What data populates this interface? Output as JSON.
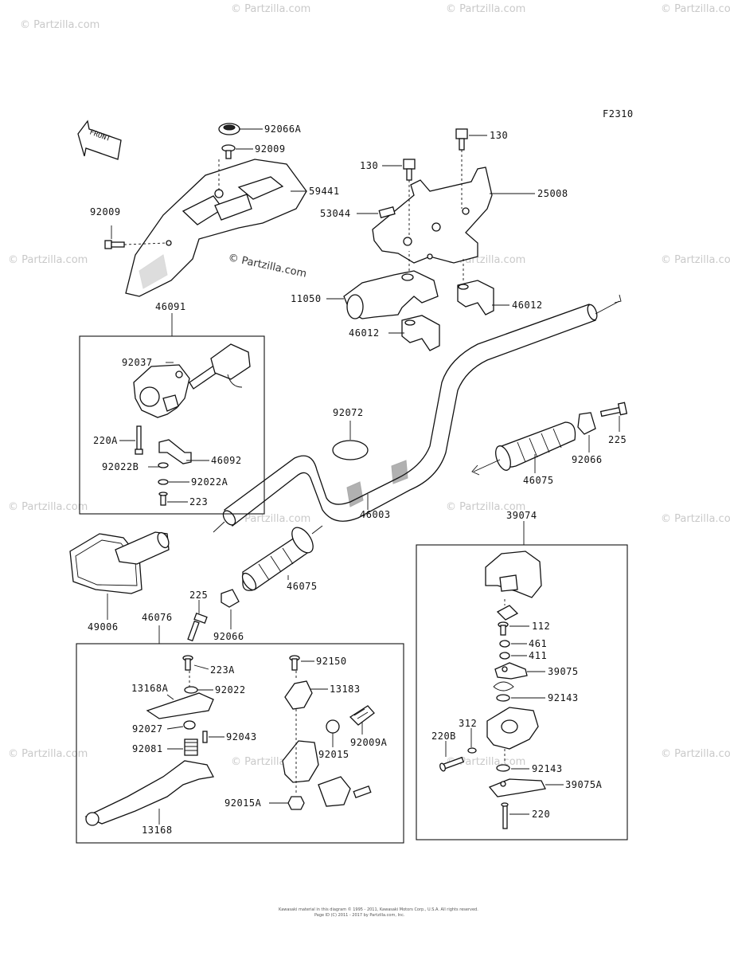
{
  "figure_code": "F2310",
  "front_label": "FRONT",
  "watermark": "© Partzilla.com",
  "footer": {
    "line1": "Kawasaki material in this diagram © 1995 - 2011, Kawasaki Motors Corp., U.S.A. All rights reserved.",
    "line2": "Page ID (C) 2011 - 2017 by Partzilla.com, Inc."
  },
  "parts": {
    "p92066A": "92066A",
    "p92009_top": "92009",
    "p59441": "59441",
    "p92009_left": "92009",
    "p130_a": "130",
    "p130_b": "130",
    "p25008": "25008",
    "p53044": "53044",
    "p11050": "11050",
    "p46012_a": "46012",
    "p46012_b": "46012",
    "p46091": "46091",
    "p92037": "92037",
    "p220A": "220A",
    "p92022B": "92022B",
    "p46092": "46092",
    "p92022A": "92022A",
    "p223": "223",
    "p92072": "92072",
    "p46003": "46003",
    "p225_right": "225",
    "p92066_right": "92066",
    "p46075_right": "46075",
    "p46075_left": "46075",
    "p225_left": "225",
    "p92066_left": "92066",
    "p49006": "49006",
    "p46076": "46076",
    "p223A": "223A",
    "p13168A": "13168A",
    "p92022": "92022",
    "p92027": "92027",
    "p92043": "92043",
    "p92081": "92081",
    "p13168": "13168",
    "p92150": "92150",
    "p13183": "13183",
    "p92015": "92015",
    "p92009A": "92009A",
    "p92015A": "92015A",
    "p39074": "39074",
    "p112": "112",
    "p461": "461",
    "p411": "411",
    "p39075": "39075",
    "p92143_a": "92143",
    "p312": "312",
    "p220B": "220B",
    "p92143_b": "92143",
    "p39075A": "39075A",
    "p220": "220"
  }
}
